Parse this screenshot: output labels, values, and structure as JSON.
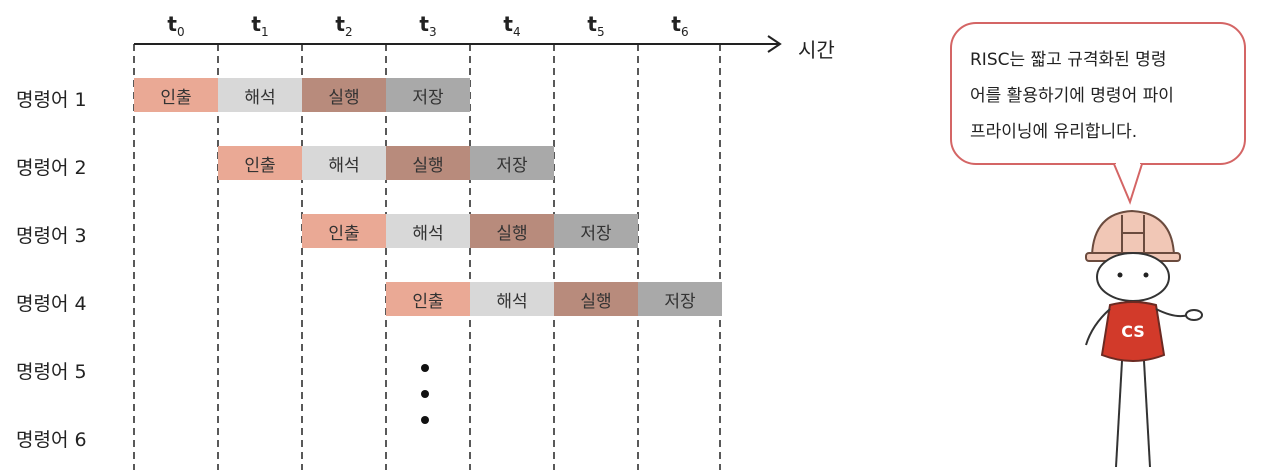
{
  "timeline": {
    "axis_label": "시간",
    "time_labels": [
      {
        "t": "t",
        "sub": "0"
      },
      {
        "t": "t",
        "sub": "1"
      },
      {
        "t": "t",
        "sub": "2"
      },
      {
        "t": "t",
        "sub": "3"
      },
      {
        "t": "t",
        "sub": "4"
      },
      {
        "t": "t",
        "sub": "5"
      },
      {
        "t": "t",
        "sub": "6"
      }
    ]
  },
  "rows": [
    {
      "label": "명령어 1",
      "start": 0,
      "stages": [
        "인출",
        "해석",
        "실행",
        "저장"
      ]
    },
    {
      "label": "명령어 2",
      "start": 1,
      "stages": [
        "인출",
        "해석",
        "실행",
        "저장"
      ]
    },
    {
      "label": "명령어 3",
      "start": 2,
      "stages": [
        "인출",
        "해석",
        "실행",
        "저장"
      ]
    },
    {
      "label": "명령어 4",
      "start": 3,
      "stages": [
        "인출",
        "해석",
        "실행",
        "저장"
      ]
    },
    {
      "label": "명령어 5",
      "start": null,
      "stages": []
    },
    {
      "label": "명령어 6",
      "start": null,
      "stages": []
    }
  ],
  "speech": {
    "lines": [
      "RISC는 짧고 규격화된 명령",
      "어를 활용하기에 명령어 파이",
      "프라이닝에 유리합니다."
    ]
  },
  "mascot": {
    "shirt_text": "CS"
  },
  "colors": {
    "fetch": "#eaa995",
    "decode": "#d8d8d8",
    "execute": "#b88b7c",
    "store": "#a9a9a9",
    "bubble_border": "#d46565",
    "shirt": "#d23a2a"
  }
}
